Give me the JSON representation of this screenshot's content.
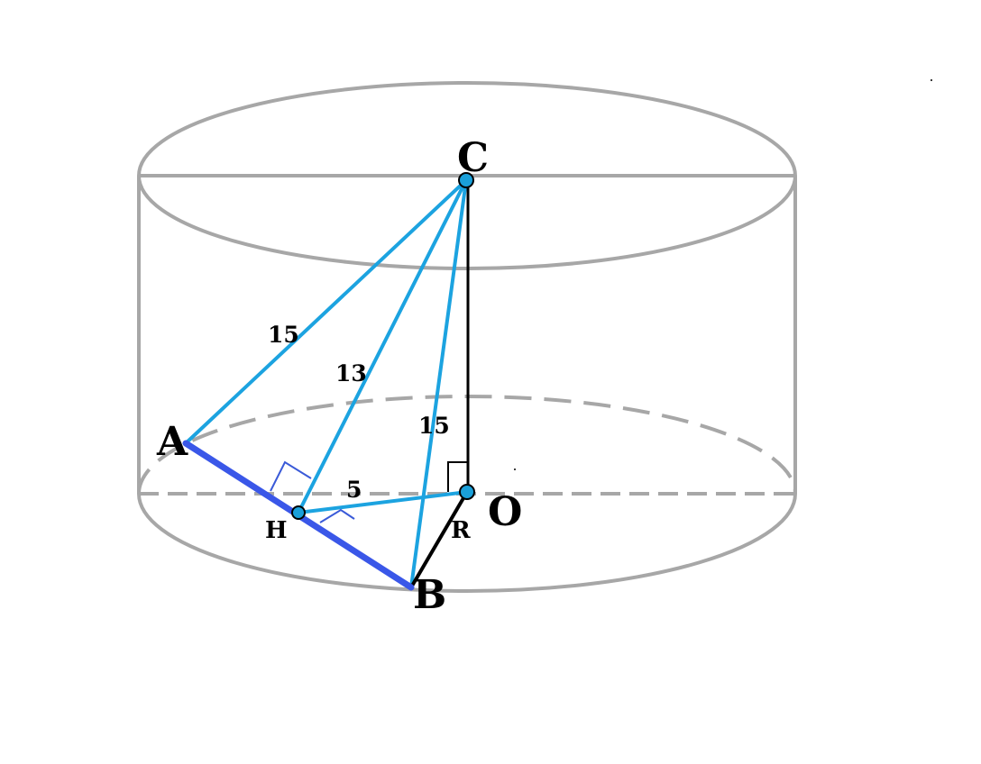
{
  "colors": {
    "cylinder": "#a7a7a7",
    "edge_light_blue": "#1ca3e0",
    "edge_chord": "#3a57e8",
    "edge_black": "#000000",
    "point_fill": "#1aa0da",
    "right_angle_marks": "#3a5ad8"
  },
  "points": {
    "A": "A",
    "B": "B",
    "C": "C",
    "H": "H",
    "O": "O"
  },
  "labels": {
    "radius": "R",
    "ac_length": "15",
    "ch_length": "13",
    "cb_length": "15",
    "ho_length": "5"
  }
}
